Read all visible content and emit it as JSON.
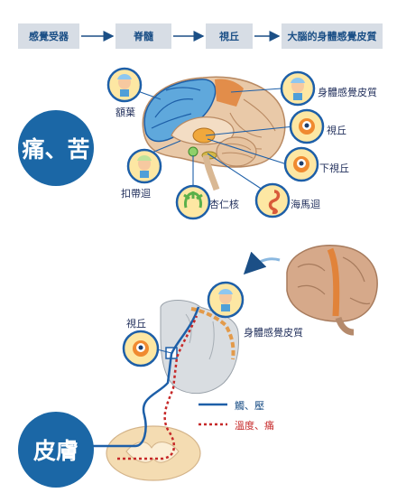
{
  "flow": [
    "感覺受器",
    "脊髓",
    "視丘",
    "大腦的身體感覺皮質"
  ],
  "sections": {
    "pain": "痛、苦",
    "skin": "皮膚"
  },
  "labels": {
    "frontal_lobe": "額葉",
    "cingulate": "扣帶迴",
    "amygdala": "杏仁核",
    "hippocampus": "海馬迴",
    "hypothalamus": "下視丘",
    "thalamus_top": "視丘",
    "somatosensory_top": "身體感覺皮質",
    "thalamus_bottom": "視丘",
    "somatosensory_bottom": "身體感覺皮質"
  },
  "legend": {
    "touch": "觸、壓",
    "temp_pain": "溫度、痛"
  },
  "colors": {
    "accent_blue": "#1b67a6",
    "touch_line": "#1d5fa8",
    "pain_line": "#c62828"
  }
}
